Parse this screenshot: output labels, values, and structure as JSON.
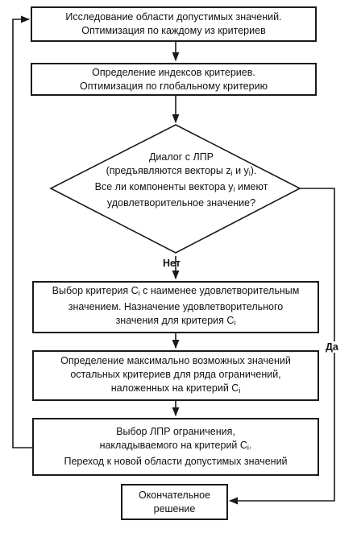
{
  "blocks": {
    "b1": {
      "line1": "Исследование области допустимых значений.",
      "line2": "Оптимизация по каждому из критериев"
    },
    "b2": {
      "line1": "Определение индексов критериев.",
      "line2": "Оптимизация по глобальному критерию"
    },
    "decision": {
      "line1": "Диалог с ЛПР",
      "line2_pre": "(предъявляются векторы z",
      "line2_sub1": "i",
      "line2_mid": " и y",
      "line2_sub2": "i",
      "line2_post": ").",
      "line3_pre": "Все ли компоненты вектора y",
      "line3_sub": "i",
      "line3_post": " имеют",
      "line4": "удовлетворительное значение?"
    },
    "b3": {
      "line1_pre": "Выбор критерия C",
      "line1_sub": "i",
      "line1_post": " с наименее удовлетворительным",
      "line2": "значением. Назначение удовлетворительного",
      "line3_pre": "значения для критерия C",
      "line3_sub": "i"
    },
    "b4": {
      "line1": "Определение максимально возможных значений",
      "line2": "остальных критериев для ряда ограничений,",
      "line3_pre": "наложенных на критерий C",
      "line3_sub": "i"
    },
    "b5": {
      "line1": "Выбор ЛПР ограничения,",
      "line2_pre": "накладываемого на критерий C",
      "line2_sub": "i",
      "line2_post": ".",
      "line3": "Переход к новой области допустимых значений"
    },
    "final": {
      "line1": "Окончательное",
      "line2": "решение"
    }
  },
  "labels": {
    "no": "Нет",
    "yes": "Да"
  },
  "colors": {
    "stroke": "#1a1a1a",
    "background": "#ffffff"
  }
}
